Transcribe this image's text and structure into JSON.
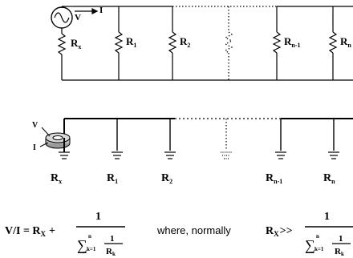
{
  "top_circuit": {
    "source_label_v": "V",
    "source_label_i": "I",
    "resistors": [
      {
        "main": "R",
        "sub": "x"
      },
      {
        "main": "R",
        "sub": "1"
      },
      {
        "main": "R",
        "sub": "2"
      },
      {
        "main": "R",
        "sub": "n-1"
      },
      {
        "main": "R",
        "sub": "n"
      }
    ]
  },
  "bottom_circuit": {
    "probe_label_v": "V",
    "probe_label_i": "I",
    "grounds": [
      {
        "main": "R",
        "sub": "x"
      },
      {
        "main": "R",
        "sub": "1"
      },
      {
        "main": "R",
        "sub": "2"
      },
      {
        "main": "R",
        "sub": "n-1"
      },
      {
        "main": "R",
        "sub": "n"
      }
    ]
  },
  "equation": {
    "lhs": "V/I = R",
    "lhs_sub": "X",
    "plus": "+",
    "numerator": "1",
    "sigma": "∑",
    "sum_upper": "n",
    "sum_lower": "k=1",
    "inner_numerator": "1",
    "inner_denominator": "R",
    "inner_denominator_sub": "k",
    "where_text": "where, normally",
    "cond_lhs": "R",
    "cond_lhs_sub": "X",
    "cond_op": ">>",
    "cond_numerator": "1",
    "cond_sigma": "∑",
    "cond_sum_upper": "n",
    "cond_sum_lower": "k=1",
    "cond_inner_numerator": "1",
    "cond_inner_denominator": "R",
    "cond_inner_denominator_sub": "k"
  }
}
